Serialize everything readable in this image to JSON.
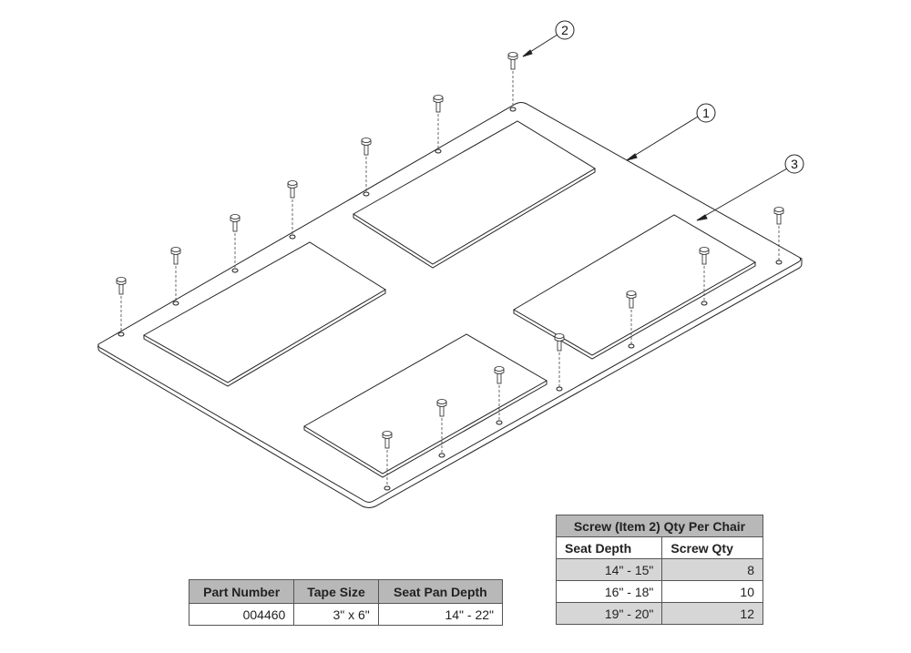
{
  "callouts": [
    "1",
    "2",
    "3"
  ],
  "screw_table": {
    "title": "Screw (Item 2) Qty Per Chair",
    "columns": [
      "Seat Depth",
      "Screw Qty"
    ],
    "rows": [
      {
        "depth": "14\" - 15\"",
        "qty": "8"
      },
      {
        "depth": "16\" - 18\"",
        "qty": "10"
      },
      {
        "depth": "19\" - 20\"",
        "qty": "12"
      }
    ]
  },
  "part_table": {
    "columns": [
      "Part Number",
      "Tape Size",
      "Seat Pan Depth"
    ],
    "rows": [
      {
        "part": "004460",
        "tape": "3\" x 6\"",
        "depth": "14\" - 22\""
      }
    ]
  }
}
